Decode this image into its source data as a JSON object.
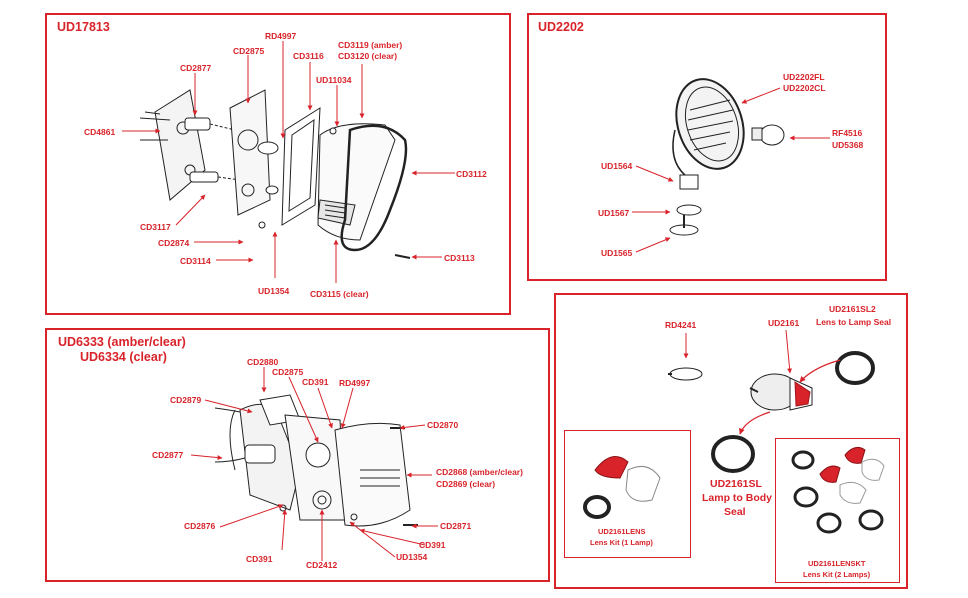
{
  "colors": {
    "accent": "#d8232a",
    "ink": "#222222"
  },
  "panels": {
    "ud17813": {
      "title": "UD17813",
      "labels": {
        "cd2877": "CD2877",
        "cd2875": "CD2875",
        "rd4997": "RD4997",
        "cd3116": "CD3116",
        "cd3119": "CD3119 (amber)",
        "cd3120": "CD3120 (clear)",
        "ud11034": "UD11034",
        "cd4861": "CD4861",
        "cd3112": "CD3112",
        "cd3117": "CD3117",
        "cd2874": "CD2874",
        "cd3114": "CD3114",
        "cd3113": "CD3113",
        "ud1354": "UD1354",
        "cd3115": "CD3115 (clear)"
      }
    },
    "ud2202": {
      "title": "UD2202",
      "labels": {
        "ud2202fl": "UD2202FL",
        "ud2202cl": "UD2202CL",
        "rf4516": "RF4516",
        "ud5368": "UD5368",
        "ud1564": "UD1564",
        "ud1567": "UD1567",
        "ud1565": "UD1565"
      }
    },
    "ud6333": {
      "title_line1": "UD6333 (amber/clear)",
      "title_line2": "UD6334 (clear)",
      "labels": {
        "cd2880": "CD2880",
        "cd2875": "CD2875",
        "cd391a": "CD391",
        "rd4997": "RD4997",
        "cd2879": "CD2879",
        "cd2870": "CD2870",
        "cd2877": "CD2877",
        "cd2868": "CD2868 (amber/clear)",
        "cd2869": "CD2869 (clear)",
        "cd2876": "CD2876",
        "cd2871": "CD2871",
        "cd391b": "CD391",
        "cd391c": "CD391",
        "cd2412": "CD2412",
        "ud1354": "UD1354"
      }
    },
    "ud2161": {
      "labels": {
        "rd4241": "RD4241",
        "ud2161": "UD2161",
        "ud2161sl2_line1": "UD2161SL2",
        "ud2161sl2_line2": "Lens to Lamp Seal",
        "ud2161sl_line1": "UD2161SL",
        "ud2161sl_line2": "Lamp to Body",
        "ud2161sl_line3": "Seal"
      },
      "lens_kit": {
        "code": "UD2161LENS",
        "caption": "Lens Kit (1 Lamp)"
      },
      "lens_kit_2": {
        "code": "UD2161LENSKT",
        "caption": "Lens Kit (2 Lamps)"
      }
    }
  }
}
